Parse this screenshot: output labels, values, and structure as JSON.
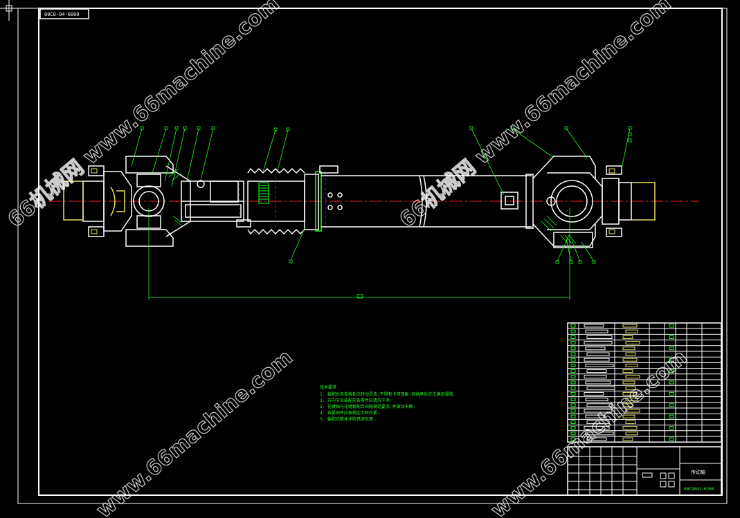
{
  "drawing": {
    "stamp_label": "00C0-04-0000",
    "part_title": "传动轴",
    "drawing_code": "00CD041-0200"
  },
  "tech_requirements": {
    "heading": "技术要求",
    "notes": [
      "1.  装配后各连接处应转动灵活,不得有卡滞现象;各轴承处应注满润滑脂.",
      "2.  万向节叉装配前各零件应清洗干净.",
      "3.  花键轴与花键套配合间隙满足要求,并做动平衡.",
      "4.  各紧固件应按规定力矩拧紧.",
      "5.  装配后整体涂防锈漆处理."
    ]
  },
  "watermarks": [
    "66机械网 www.66machine.com",
    "66机械网 www.66machine.com",
    "www.66machine.com",
    "www.66machine.com"
  ],
  "colors": {
    "background": "#000000",
    "lines": "#ffffff",
    "leaders": "#20ff20",
    "centerline": "#ff2020",
    "hidden": "#3030ff"
  }
}
